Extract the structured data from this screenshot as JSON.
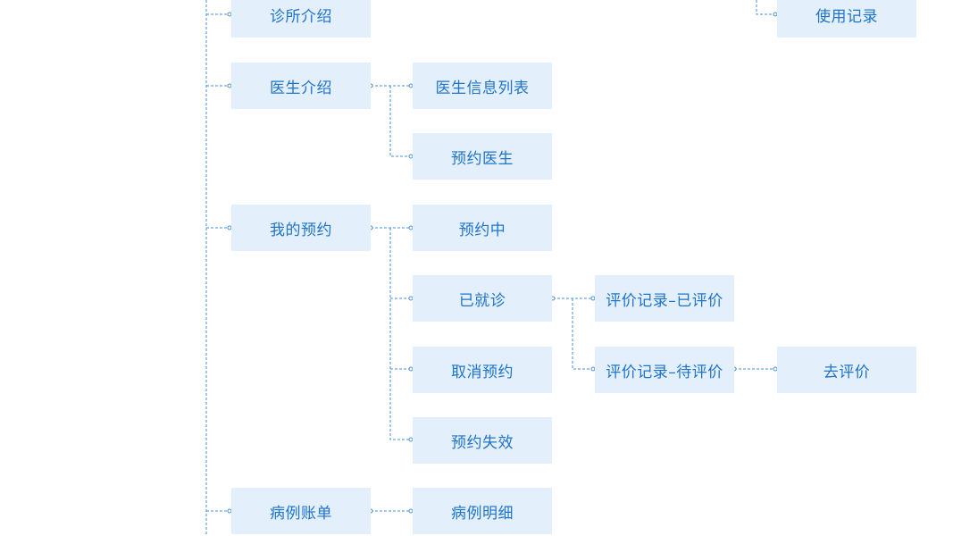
{
  "nodes": {
    "clinic_intro": "诊所介绍",
    "doctor_intro": "医生介绍",
    "doctor_info_list": "医生信息列表",
    "book_doctor": "预约医生",
    "my_appointments": "我的预约",
    "appointment_pending": "预约中",
    "appointment_visited": "已就诊",
    "appointment_cancelled": "取消预约",
    "appointment_expired": "预约失效",
    "review_record_done": "评价记录–已评价",
    "review_record_pending": "评价记录–待评价",
    "go_review": "去评价",
    "usage_record": "使用记录",
    "case_bill": "病例账单",
    "case_detail": "病例明细"
  },
  "colors": {
    "node_bg": "#e3f0fc",
    "node_text": "#1f73c9",
    "connector": "#4a90d9"
  }
}
